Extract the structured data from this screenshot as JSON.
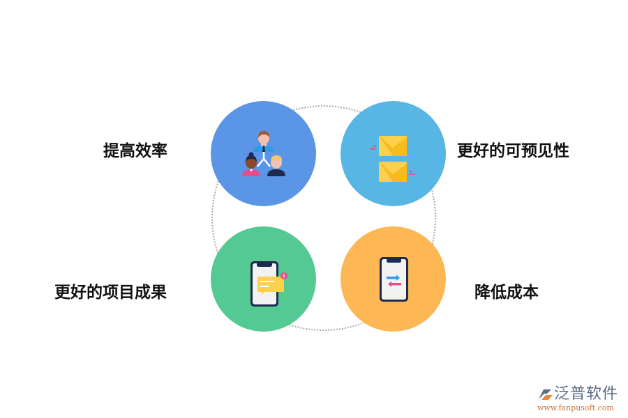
{
  "diagram": {
    "items": [
      {
        "label": "提高效率",
        "icon": "team-hierarchy-icon",
        "color": "#5b95e6"
      },
      {
        "label": "更好的可预见性",
        "icon": "envelopes-icon",
        "color": "#58b6e4"
      },
      {
        "label": "更好的项目成果",
        "icon": "phone-notification-icon",
        "color": "#55c994"
      },
      {
        "label": "降低成本",
        "icon": "phone-transfer-icon",
        "color": "#fdb755"
      }
    ]
  },
  "watermark": {
    "brand": "泛普软件",
    "url": "www.fanpusoft.com"
  }
}
